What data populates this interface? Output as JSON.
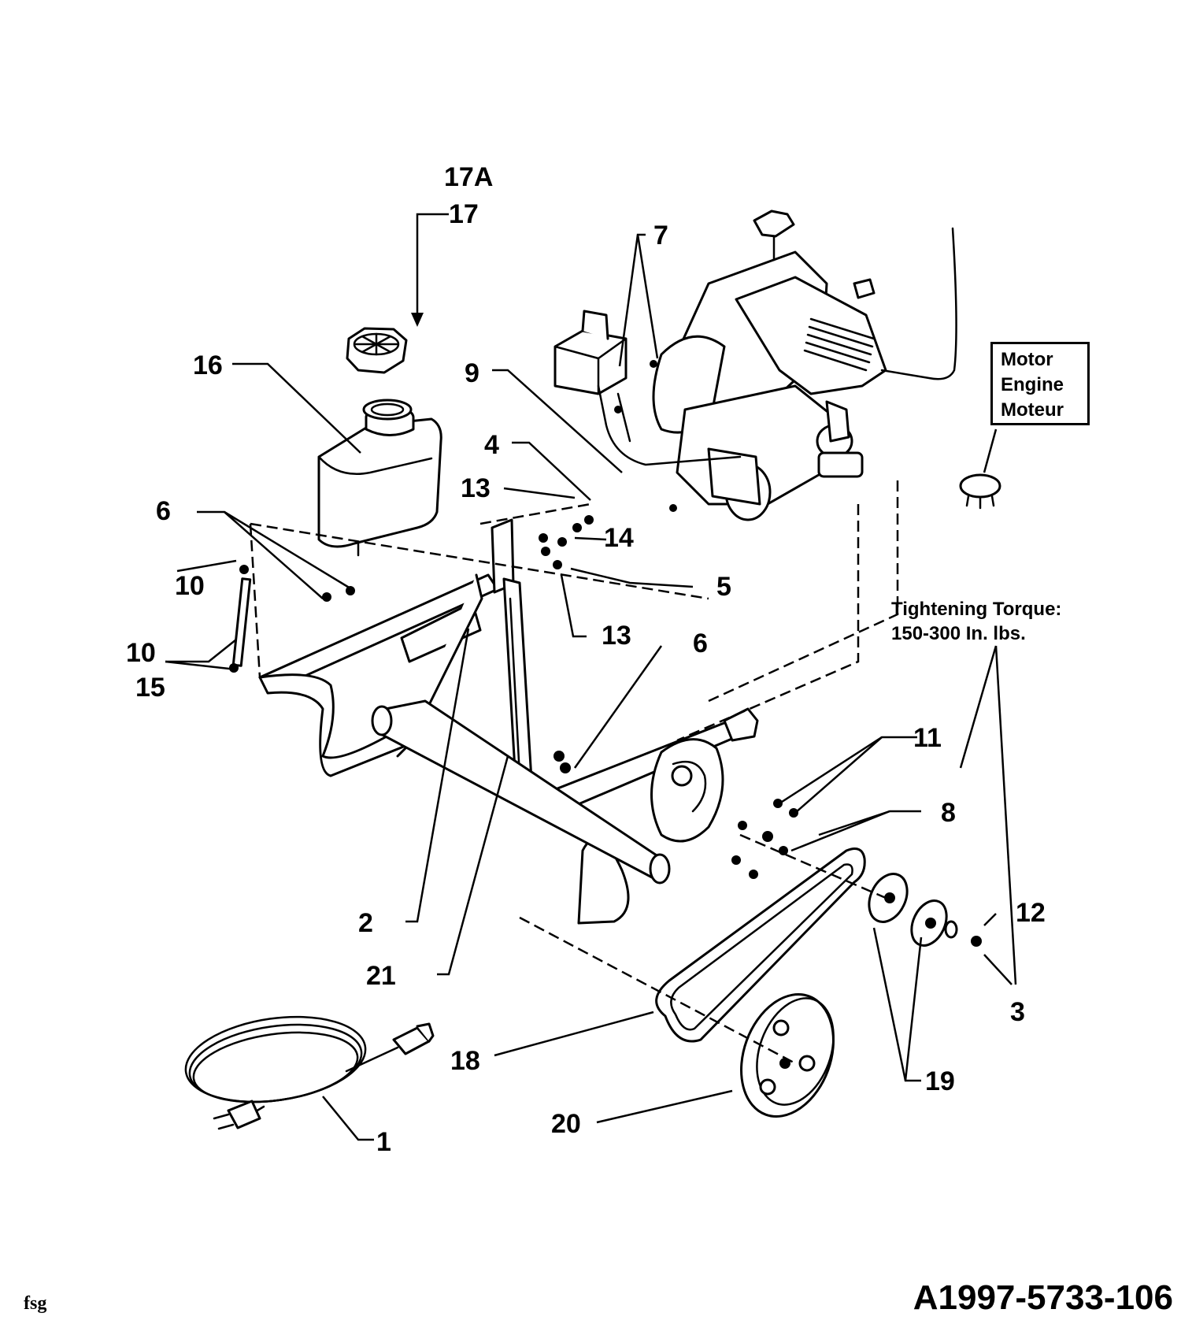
{
  "labels": {
    "l17a": "17A",
    "l17": "17",
    "l7": "7",
    "l16": "16",
    "l9": "9",
    "l4": "4",
    "l13a": "13",
    "l14": "14",
    "l6a": "6",
    "l5": "5",
    "l10a": "10",
    "l10b": "10",
    "l15": "15",
    "l13b": "13",
    "l6b": "6",
    "l11": "11",
    "l8": "8",
    "l2": "2",
    "l12": "12",
    "l21": "21",
    "l3": "3",
    "l18": "18",
    "l19": "19",
    "l20": "20",
    "l1": "1"
  },
  "engine_box": {
    "line1": "Motor",
    "line2": "Engine",
    "line3": "Moteur"
  },
  "torque_note": {
    "line1": "Tightening Torque:",
    "line2": "150-300 In. lbs."
  },
  "drawing_number": "A1997-5733-106",
  "corner_mark": "fsg"
}
